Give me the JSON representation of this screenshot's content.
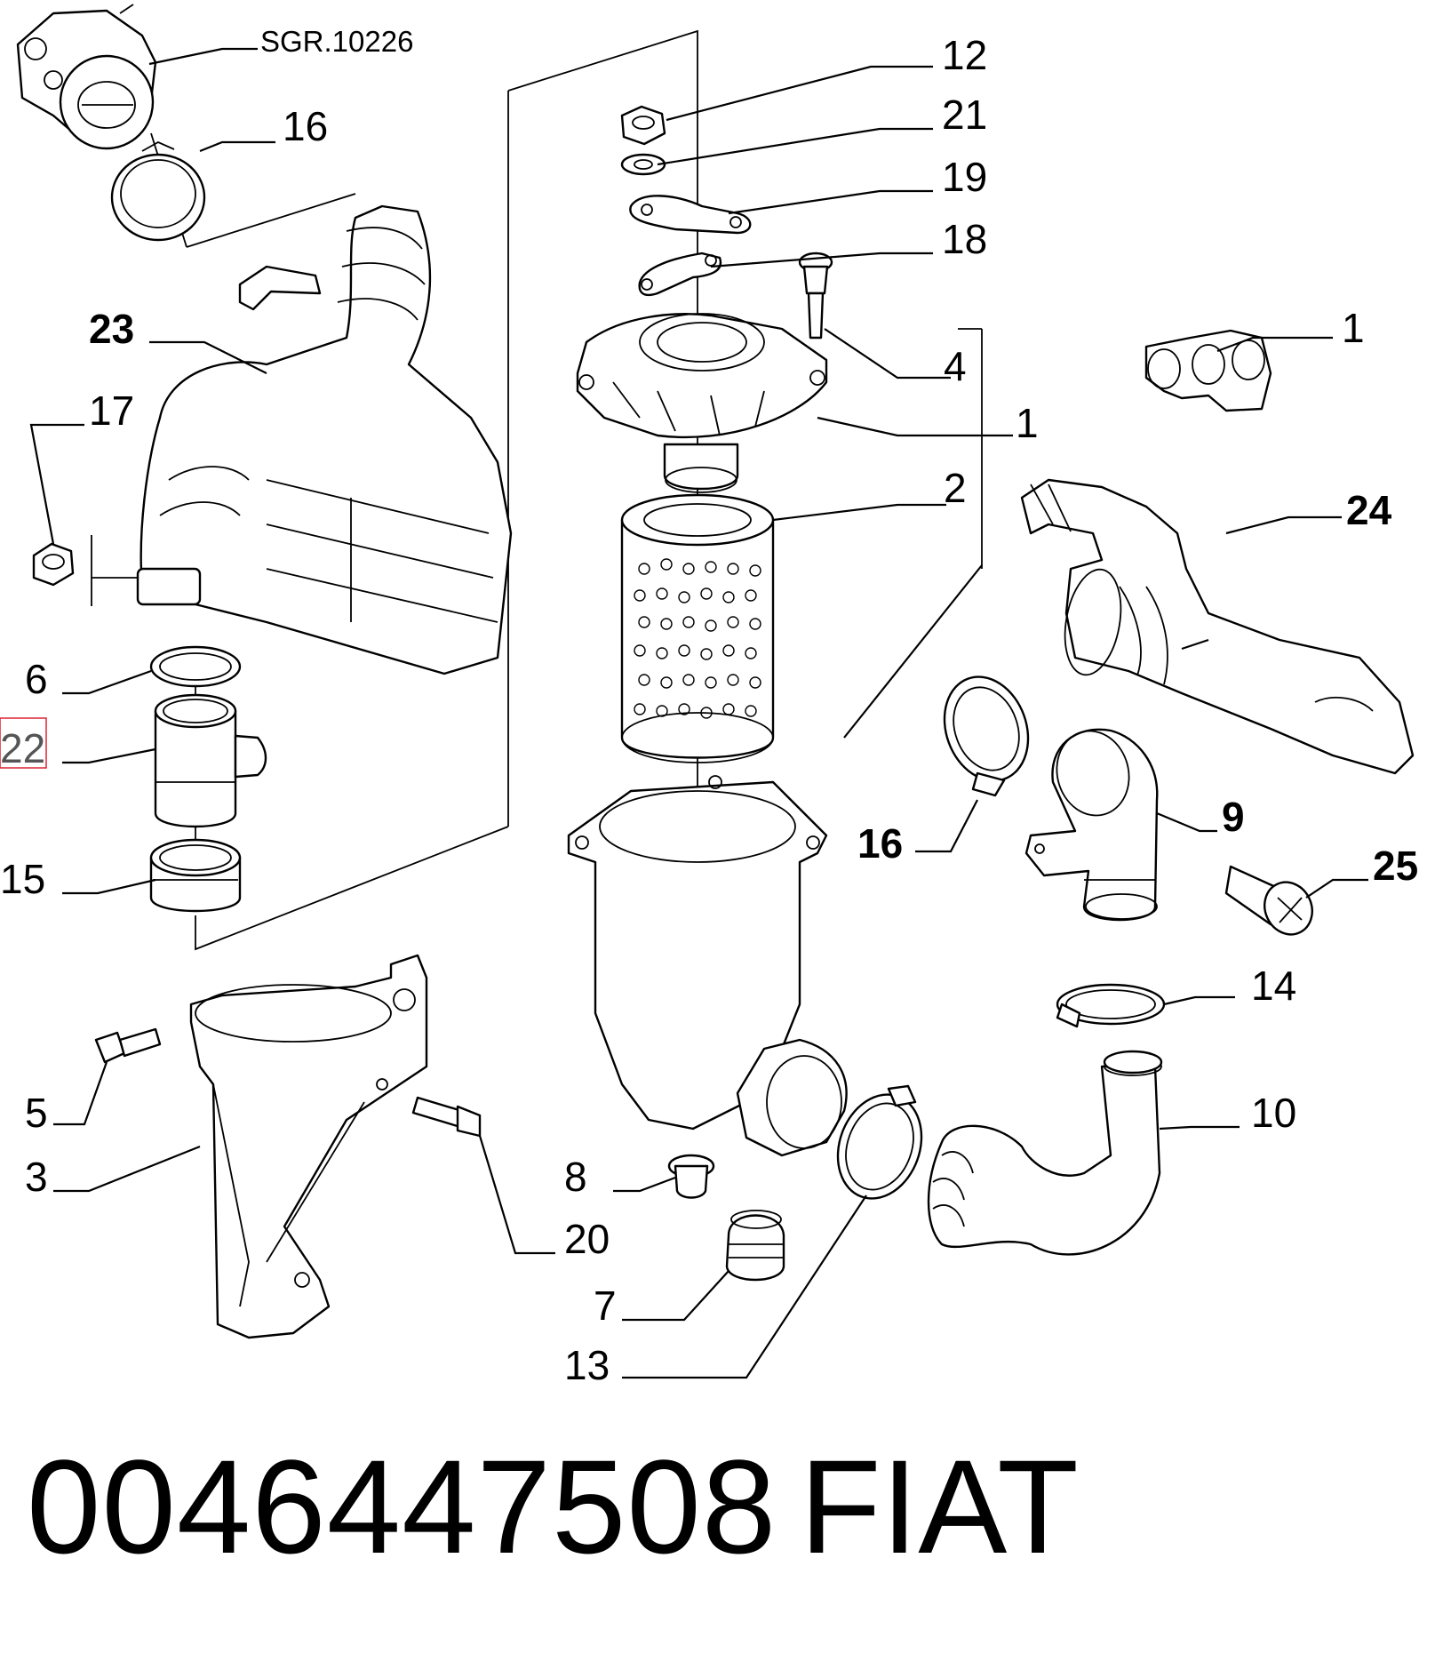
{
  "diagram": {
    "reference_code": "SGR.10226",
    "callouts": [
      {
        "id": "c12",
        "label": "12",
        "bold": false
      },
      {
        "id": "c21",
        "label": "21",
        "bold": false
      },
      {
        "id": "c19",
        "label": "19",
        "bold": false
      },
      {
        "id": "c18",
        "label": "18",
        "bold": false
      },
      {
        "id": "c16a",
        "label": "16",
        "bold": false
      },
      {
        "id": "c23",
        "label": "23",
        "bold": true
      },
      {
        "id": "c17",
        "label": "17",
        "bold": false
      },
      {
        "id": "c4",
        "label": "4",
        "bold": false
      },
      {
        "id": "c1a",
        "label": "1",
        "bold": false
      },
      {
        "id": "c1b",
        "label": "1",
        "bold": false
      },
      {
        "id": "c2",
        "label": "2",
        "bold": false
      },
      {
        "id": "c24",
        "label": "24",
        "bold": true
      },
      {
        "id": "c6",
        "label": "6",
        "bold": false
      },
      {
        "id": "c22",
        "label": "22",
        "bold": false,
        "highlighted": true
      },
      {
        "id": "c15",
        "label": "15",
        "bold": false
      },
      {
        "id": "c16b",
        "label": "16",
        "bold": true
      },
      {
        "id": "c9",
        "label": "9",
        "bold": true
      },
      {
        "id": "c25",
        "label": "25",
        "bold": true
      },
      {
        "id": "c14",
        "label": "14",
        "bold": false
      },
      {
        "id": "c10",
        "label": "10",
        "bold": false
      },
      {
        "id": "c5",
        "label": "5",
        "bold": false
      },
      {
        "id": "c3",
        "label": "3",
        "bold": false
      },
      {
        "id": "c8",
        "label": "8",
        "bold": false
      },
      {
        "id": "c20",
        "label": "20",
        "bold": false
      },
      {
        "id": "c7",
        "label": "7",
        "bold": false
      },
      {
        "id": "c13",
        "label": "13",
        "bold": false
      }
    ]
  },
  "footer": {
    "part_number": "0046447508",
    "brand": "FIAT"
  },
  "colors": {
    "ink": "#000000",
    "background": "#ffffff",
    "highlight": "#dd2233"
  }
}
